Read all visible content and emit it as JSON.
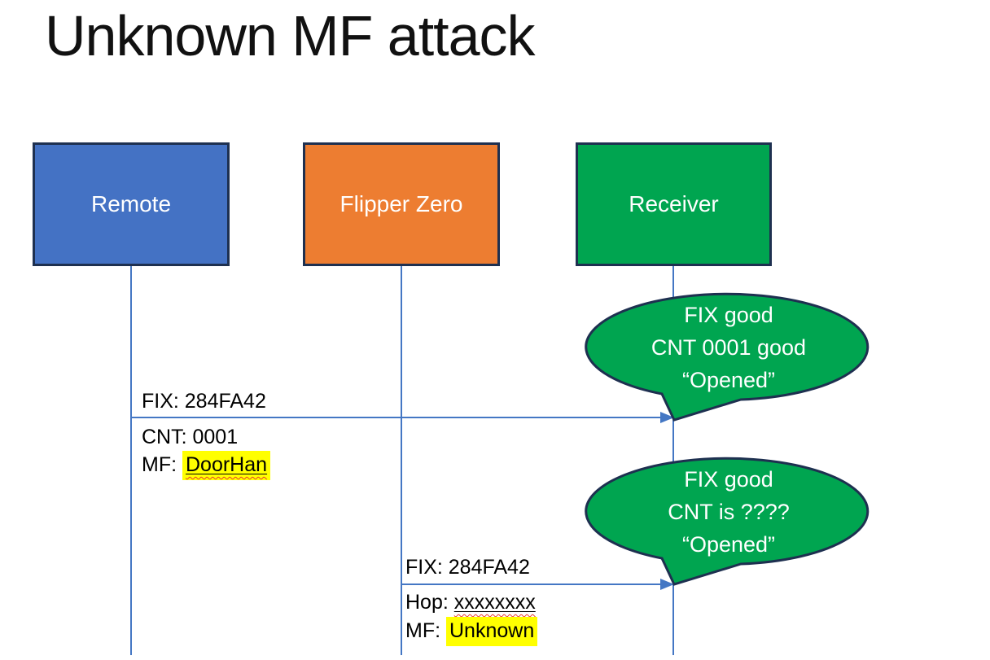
{
  "slide": {
    "title": "Unknown MF attack"
  },
  "actors": {
    "remote": {
      "label": "Remote"
    },
    "flipper": {
      "label": "Flipper Zero"
    },
    "receiver": {
      "label": "Receiver"
    }
  },
  "message1": {
    "line1": "FIX: 284FA42",
    "line2": "CNT: 0001",
    "line3_prefix": "MF: ",
    "line3_value": "DoorHan"
  },
  "message2": {
    "line1": "FIX: 284FA42",
    "line2_prefix": "Hop: ",
    "line2_value": "xxxxxxxx",
    "line3_prefix": "MF: ",
    "line3_value": "Unknown"
  },
  "callout1": {
    "line1": "FIX good",
    "line2": "CNT 0001 good",
    "line3": "“Opened”"
  },
  "callout2": {
    "line1": "FIX good",
    "line2": "CNT is ????",
    "line3": "“Opened”"
  },
  "colors": {
    "remote_fill": "#4472C4",
    "flipper_fill": "#ED7D31",
    "green_fill": "#00A550",
    "shape_border": "#1E3050",
    "connector_blue": "#4477C4",
    "highlight_yellow": "#FFFF00",
    "squiggle_red": "#E8392E",
    "text_dark": "#000000",
    "text_light": "#FFFFFF"
  }
}
